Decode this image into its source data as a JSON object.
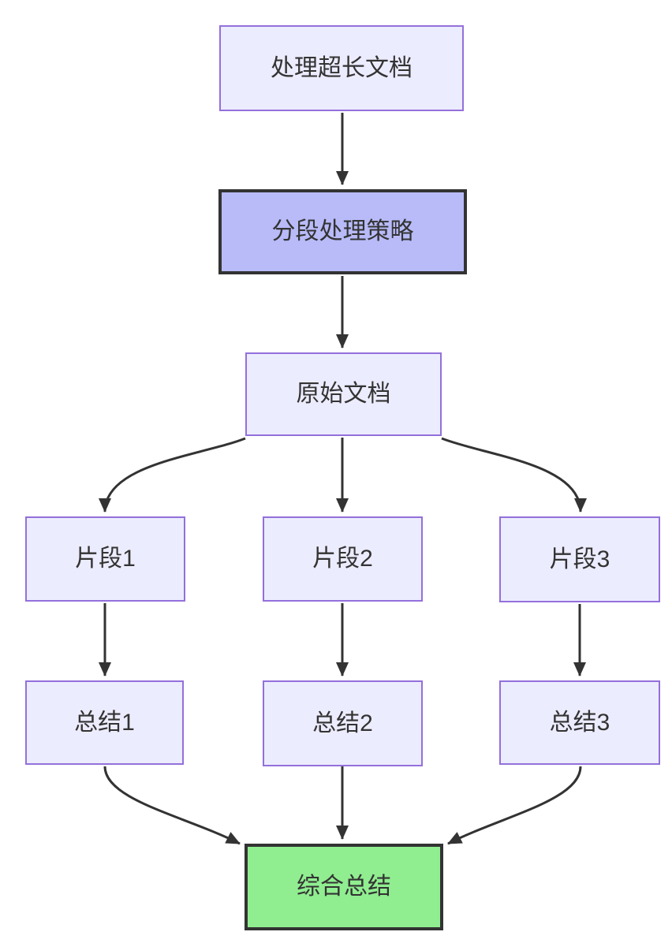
{
  "diagram": {
    "type": "flowchart",
    "direction": "top-down",
    "background": "#ffffff",
    "colors": {
      "node_fill": "#ECECFF",
      "node_border": "#9370DB",
      "emphasis_fill": "#B8BBF8",
      "emphasis_border": "#333333",
      "success_fill": "#90EE90",
      "success_border": "#333333",
      "edge": "#333333",
      "text": "#333333"
    },
    "nodes": [
      {
        "id": "start",
        "label": "处理超长文档",
        "style": "default"
      },
      {
        "id": "strategy",
        "label": "分段处理策略",
        "style": "emphasis"
      },
      {
        "id": "doc",
        "label": "原始文档",
        "style": "default"
      },
      {
        "id": "chunk1",
        "label": "片段1",
        "style": "default"
      },
      {
        "id": "chunk2",
        "label": "片段2",
        "style": "default"
      },
      {
        "id": "chunk3",
        "label": "片段3",
        "style": "default"
      },
      {
        "id": "summary1",
        "label": "总结1",
        "style": "default"
      },
      {
        "id": "summary2",
        "label": "总结2",
        "style": "default"
      },
      {
        "id": "summary3",
        "label": "总结3",
        "style": "default"
      },
      {
        "id": "final",
        "label": "综合总结",
        "style": "success"
      }
    ],
    "edges": [
      {
        "from": "start",
        "to": "strategy"
      },
      {
        "from": "strategy",
        "to": "doc"
      },
      {
        "from": "doc",
        "to": "chunk1"
      },
      {
        "from": "doc",
        "to": "chunk2"
      },
      {
        "from": "doc",
        "to": "chunk3"
      },
      {
        "from": "chunk1",
        "to": "summary1"
      },
      {
        "from": "chunk2",
        "to": "summary2"
      },
      {
        "from": "chunk3",
        "to": "summary3"
      },
      {
        "from": "summary1",
        "to": "final"
      },
      {
        "from": "summary2",
        "to": "final"
      },
      {
        "from": "summary3",
        "to": "final"
      }
    ]
  }
}
